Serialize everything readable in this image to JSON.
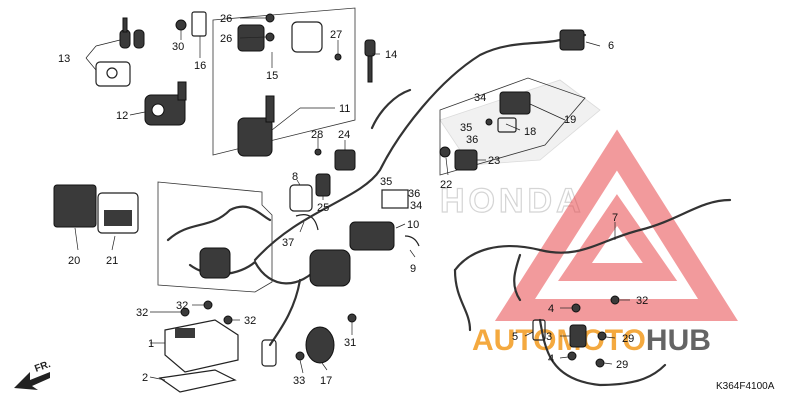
{
  "diagram": {
    "code": "K364F4100A",
    "front_marker": "FR.",
    "brand_watermark": "HONDA",
    "logo_watermark": {
      "part1": "AUTO",
      "part2": "MOTO",
      "part3": "HUB"
    },
    "colors": {
      "watermark_red": "#e8474a",
      "watermark_orange": "#f39b1e",
      "watermark_dark": "#4a4a4a",
      "ink": "#222222"
    },
    "callouts": [
      "1",
      "2",
      "3",
      "4",
      "5",
      "6",
      "7",
      "8",
      "9",
      "10",
      "11",
      "12",
      "13",
      "14",
      "15",
      "16",
      "17",
      "18",
      "19",
      "20",
      "21",
      "22",
      "23",
      "24",
      "25",
      "26",
      "27",
      "28",
      "29",
      "30",
      "31",
      "32",
      "33",
      "34",
      "35",
      "36",
      "37"
    ]
  }
}
